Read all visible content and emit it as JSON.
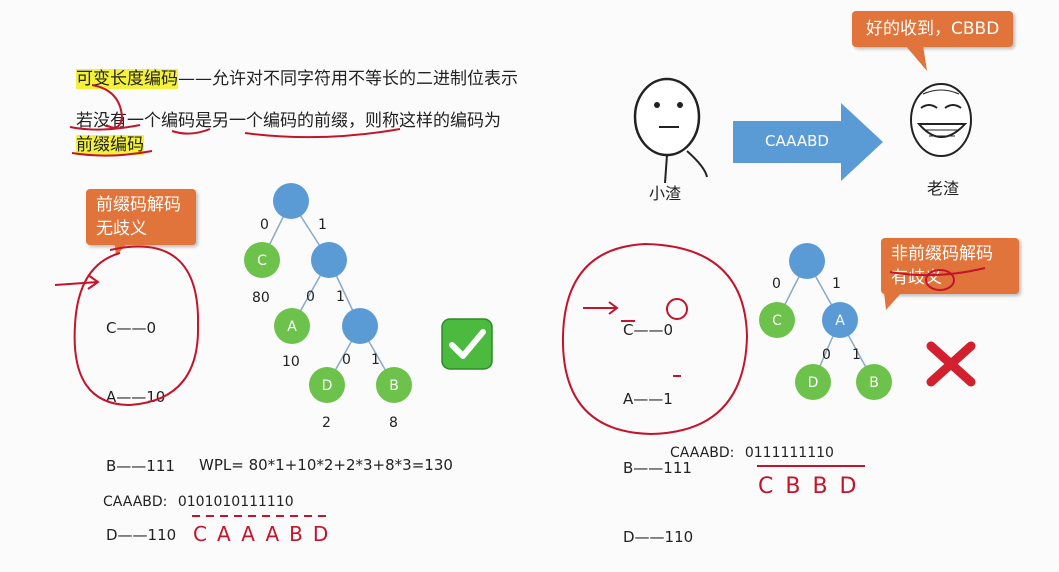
{
  "top_text": {
    "term1": "可变长度编码",
    "desc1": "——允许对不同字符用不等长的二进制位表示",
    "line2": "若没有一个编码是另一个编码的前缀，则称这样的编码为",
    "term2": "前缀编码"
  },
  "scene": {
    "left_person": "小渣",
    "right_person": "老渣",
    "arrow_text": "CAAABD",
    "speech": "好的收到，CBBD"
  },
  "left": {
    "callout": "前缀码解码无歧义",
    "codes": [
      "C——0",
      "A——10",
      "B——111",
      "D——110"
    ],
    "tree": {
      "edge_labels": [
        "0",
        "1",
        "0",
        "1",
        "0",
        "1"
      ],
      "leaves": [
        {
          "name": "C",
          "weight": "80"
        },
        {
          "name": "A",
          "weight": "10"
        },
        {
          "name": "D",
          "weight": "2"
        },
        {
          "name": "B",
          "weight": "8"
        }
      ]
    },
    "wpl": "WPL= 80*1+10*2+2*3+8*3=130",
    "encode_label": "CAAABD:",
    "encode_bits": "0101010111110",
    "handwritten": "CAAABD",
    "status": "check"
  },
  "right": {
    "callout": "非前缀码解码有歧义",
    "codes": [
      "C——0",
      "A——1",
      "B——111",
      "D——110"
    ],
    "tree": {
      "edge_labels": [
        "0",
        "1",
        "0",
        "1"
      ],
      "leaves": [
        {
          "name": "C"
        },
        {
          "name": "A"
        },
        {
          "name": "D"
        },
        {
          "name": "B"
        }
      ]
    },
    "encode_label": "CAAABD:",
    "encode_bits": "0111111110",
    "handwritten": "CBBD",
    "status": "cross"
  },
  "colors": {
    "callout": "#e0743a",
    "node_blue": "#5b9bd5",
    "leaf_green": "#6cc24a",
    "arrow_blue": "#5b9bd5",
    "highlight": "#f4f13a",
    "ink": "#c4142b"
  }
}
